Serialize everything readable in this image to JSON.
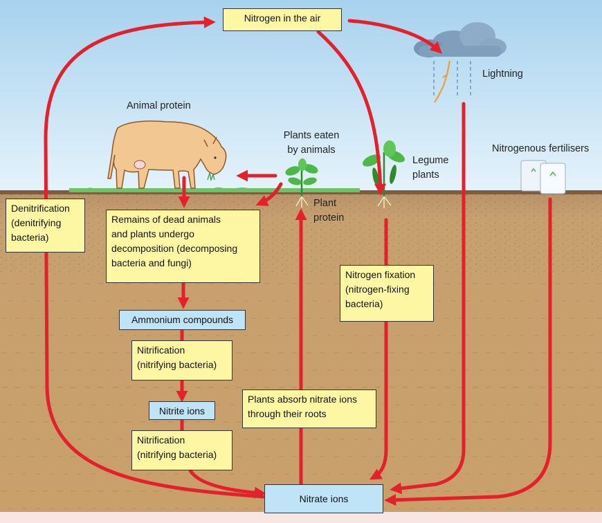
{
  "diagram": {
    "nodes": {
      "nitrogen_air": "Nitrogen in the air",
      "denitrification": "Denitrification\n(denitrifying\nbacteria)",
      "remains": "Remains of dead animals\nand plants undergo\ndecomposition (decomposing\nbacteria and fungi)",
      "ammonium": "Ammonium compounds",
      "nitrification_1": "Nitrification\n(nitrifying bacteria)",
      "nitrite": "Nitrite ions",
      "nitrification_2": "Nitrification\n(nitrifying bacteria)",
      "nitrate": "Nitrate ions",
      "plants_absorb": "Plants absorb nitrate ions\nthrough their roots",
      "nitrogen_fixation": "Nitrogen fixation\n(nitrogen-fixing\nbacteria)"
    },
    "labels": {
      "animal_protein": "Animal protein",
      "plants_eaten": "Plants eaten\nby animals",
      "plant_protein": "Plant\nprotein",
      "legume_plants": "Legume\nplants",
      "lightning": "Lightning",
      "fertilisers": "Nitrogenous fertilisers"
    },
    "colors": {
      "arrow": "#e3202b",
      "sky_top": "#a9d3ef",
      "sky_bottom": "#e4f2fb",
      "soil": "#c9a36f",
      "grass": "#6cc36a",
      "yellow_box": "#fdf6a3",
      "blue_box": "#bfe3f7"
    },
    "icons": [
      "cow-icon",
      "cloud-icon",
      "lightning-bolt-icon",
      "seedling-icon",
      "legume-plant-icon",
      "fertiliser-bag-icon"
    ]
  }
}
